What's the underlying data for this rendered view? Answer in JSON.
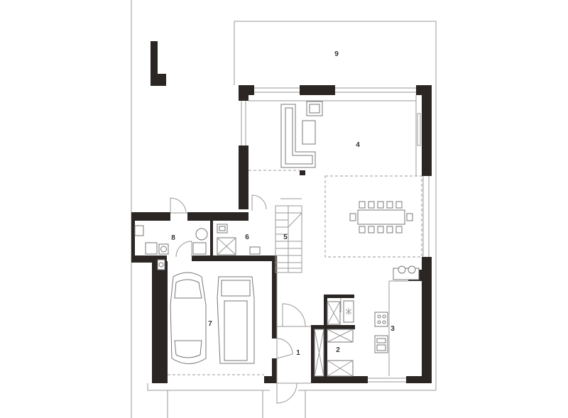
{
  "rooms": [
    {
      "id": "1",
      "label": "1"
    },
    {
      "id": "2",
      "label": "2"
    },
    {
      "id": "3",
      "label": "3"
    },
    {
      "id": "4",
      "label": "4"
    },
    {
      "id": "5",
      "label": "5"
    },
    {
      "id": "6",
      "label": "6"
    },
    {
      "id": "7",
      "label": "7"
    },
    {
      "id": "8",
      "label": "8"
    },
    {
      "id": "9",
      "label": "9"
    }
  ],
  "colors": {
    "wall": "#2b2623",
    "line": "#9a9a9a",
    "background": "#ffffff"
  }
}
